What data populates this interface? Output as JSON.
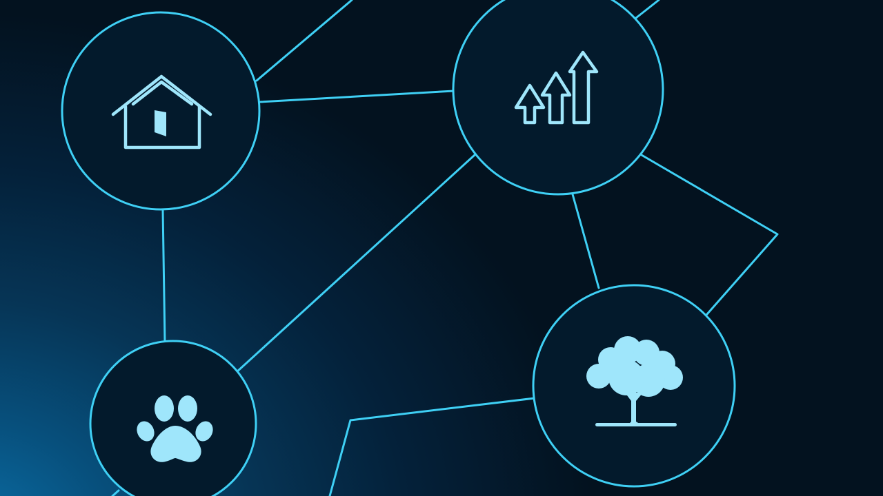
{
  "colors": {
    "line": "#3fd0f5",
    "icon": "#9fe6fb",
    "node_fill": "#031a2c",
    "background_dark": "#03121f",
    "background_glow": "#0b6ea6"
  },
  "nodes": [
    {
      "id": "home",
      "icon": "house-icon"
    },
    {
      "id": "growth",
      "icon": "rising-arrows-icon"
    },
    {
      "id": "pet",
      "icon": "paw-print-icon"
    },
    {
      "id": "nature",
      "icon": "tree-icon"
    }
  ]
}
